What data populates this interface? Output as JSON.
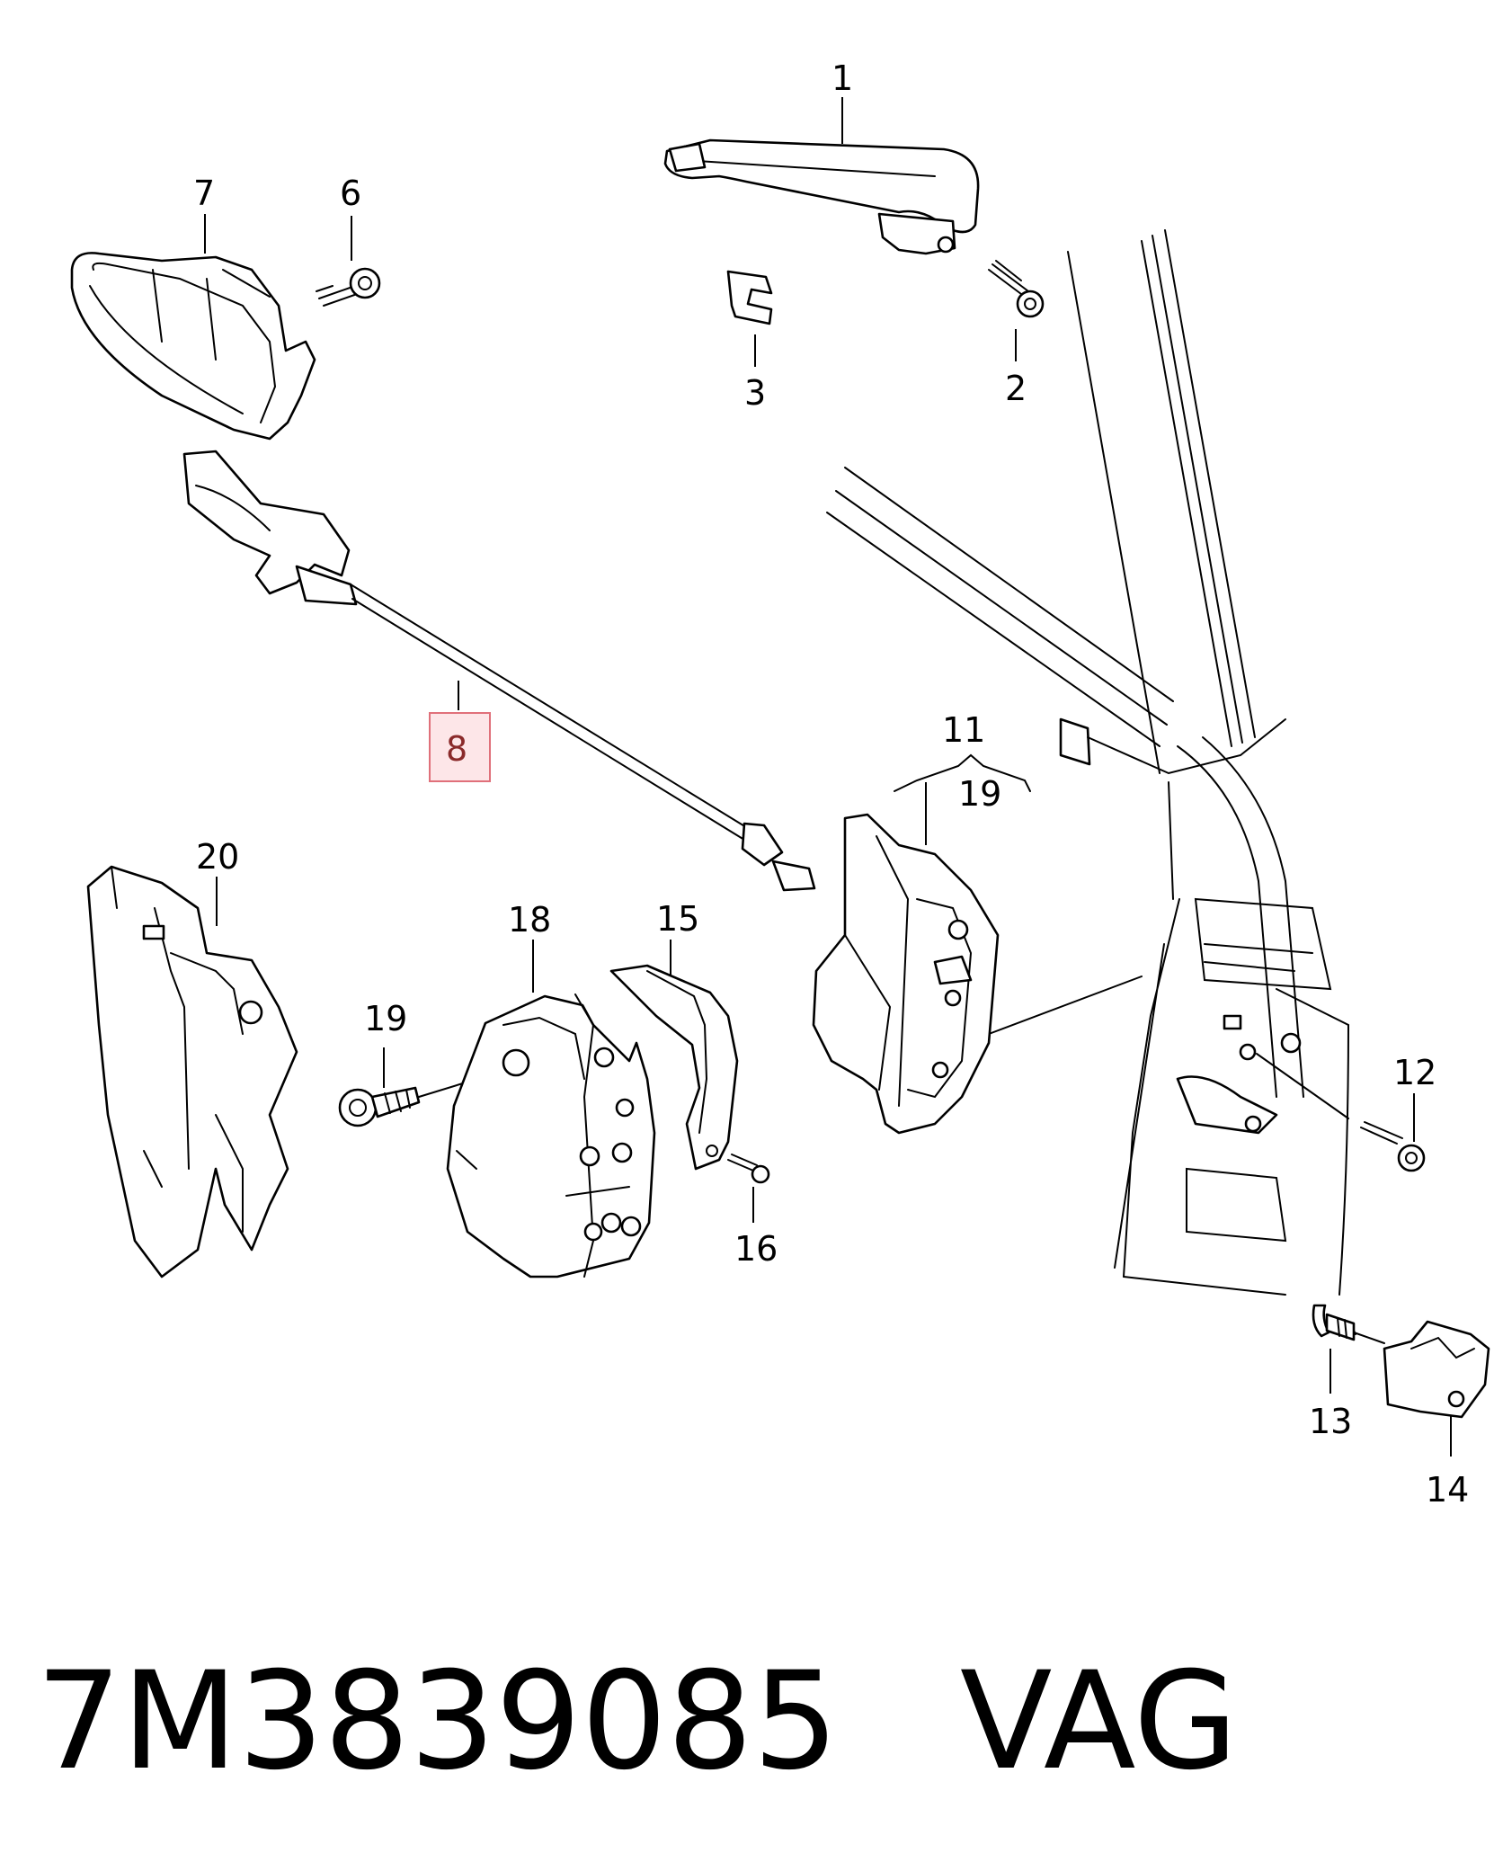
{
  "callouts": {
    "p1": "1",
    "p2": "2",
    "p3": "3",
    "p6": "6",
    "p7": "7",
    "p8": "8",
    "p11": "11",
    "p19a": "19",
    "p19b": "19",
    "p20": "20",
    "p18": "18",
    "p15": "15",
    "p16": "16",
    "p12": "12",
    "p13": "13",
    "p14": "14"
  },
  "highlight": {
    "part": "8",
    "color": "#e0707a"
  },
  "footer": {
    "part_number": "7M3839085",
    "brand": "VAG"
  }
}
